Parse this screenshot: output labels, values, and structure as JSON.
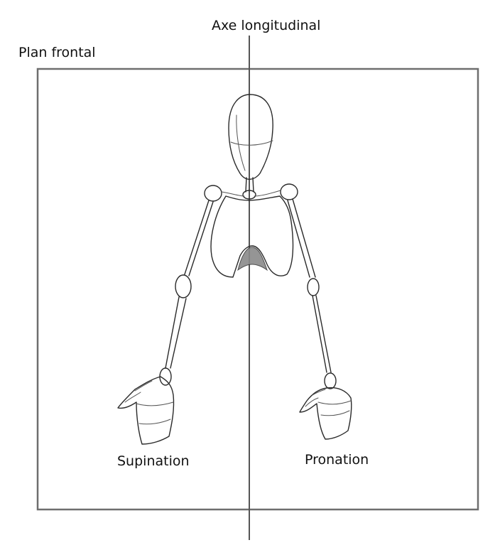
{
  "labels": {
    "axis": "Axe longitudinal",
    "plane": "Plan frontal",
    "supination": "Supination",
    "pronation": "Pronation"
  },
  "colors": {
    "frame": "#6e6e6e",
    "axis": "#555555",
    "sketch": "#2a2a2a",
    "text": "#111111"
  }
}
